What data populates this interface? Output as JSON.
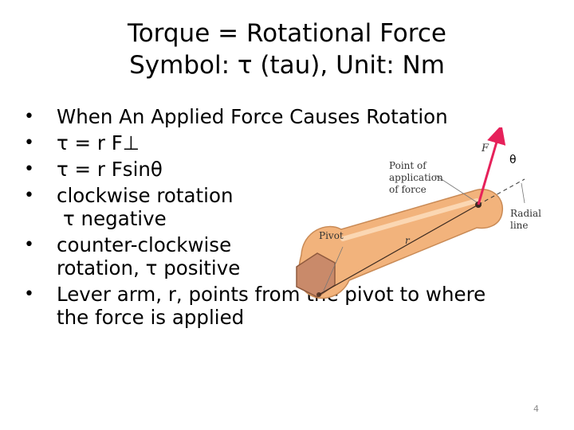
{
  "slide": {
    "title_line1": "Torque = Rotational Force",
    "title_line2": "Symbol: τ (tau), Unit: Nm",
    "bullets": [
      {
        "text": "When An Applied Force Causes Rotation"
      },
      {
        "text": "τ = r F⊥"
      },
      {
        "text": "τ = r Fsinθ"
      },
      {
        "text": "clockwise rotation",
        "text2": "τ negative"
      },
      {
        "text": "counter-clockwise",
        "text2": "rotation, τ positive"
      },
      {
        "text": "Lever arm, r, points from the pivot to where",
        "text2": "the force is applied"
      }
    ],
    "slide_number": "4"
  },
  "figure": {
    "label_pivot": "Pivot",
    "label_point1": "Point of",
    "label_point2": "application",
    "label_point3": "of force",
    "label_radial1": "Radial",
    "label_radial2": "line",
    "label_r": "r",
    "label_F": "F",
    "label_theta": "θ",
    "colors": {
      "wrench": "#f2b37c",
      "wrench_edge": "#c98a55",
      "nut": "#c98a6a",
      "force_arrow": "#e6215a"
    }
  }
}
